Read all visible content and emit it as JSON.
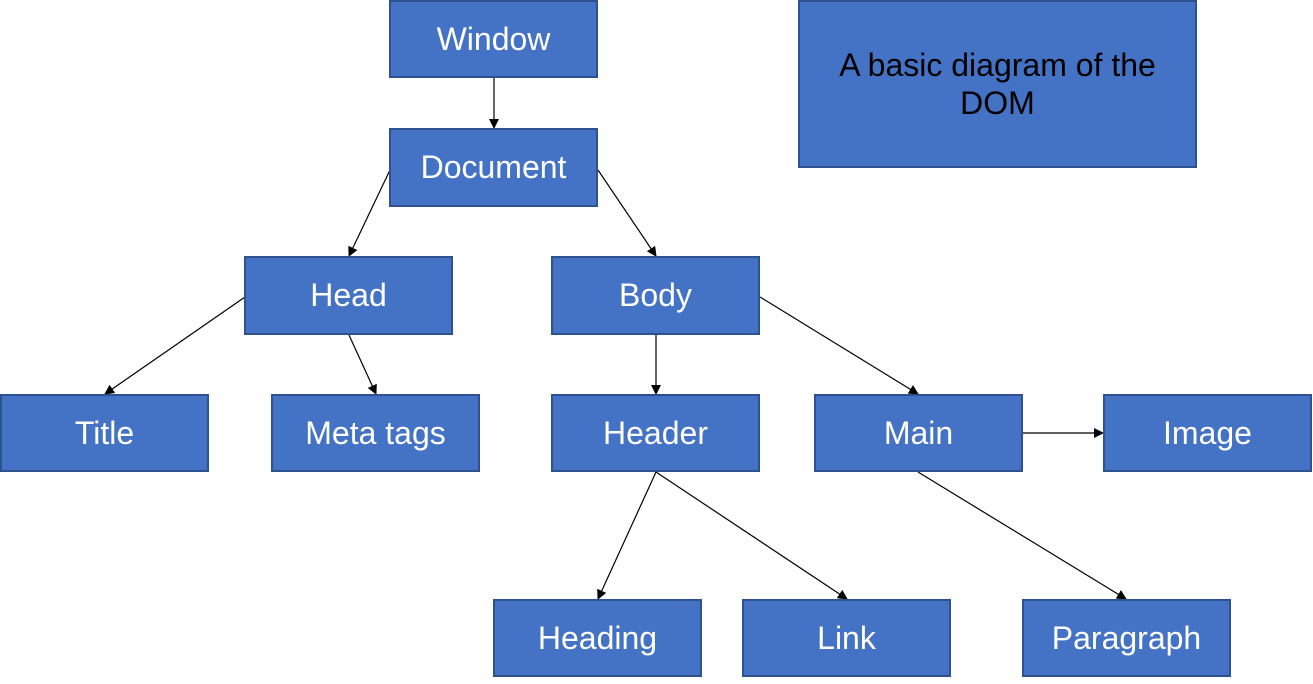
{
  "caption": {
    "text": "A basic diagram of the DOM"
  },
  "nodes": {
    "window": "Window",
    "document": "Document",
    "head": "Head",
    "body": "Body",
    "title": "Title",
    "meta_tags": "Meta tags",
    "header": "Header",
    "main": "Main",
    "image": "Image",
    "heading": "Heading",
    "link": "Link",
    "paragraph": "Paragraph"
  },
  "colors": {
    "node_fill": "#4472c4",
    "node_border": "#2f528f",
    "node_text": "#ffffff",
    "caption_text": "#000000",
    "connector": "#000000"
  }
}
